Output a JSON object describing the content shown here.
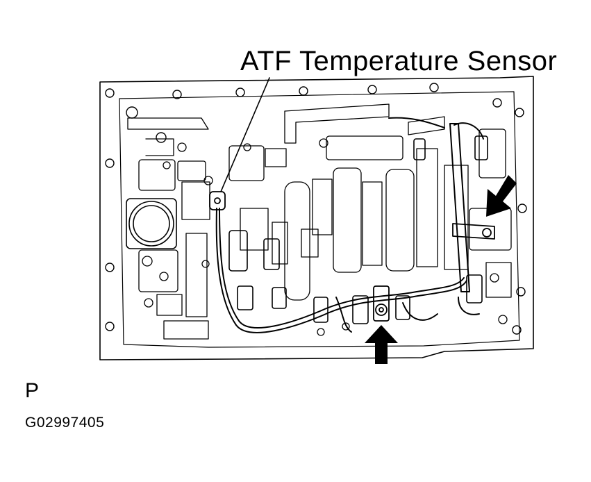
{
  "labels": {
    "sensor_callout": "ATF Temperature Sensor",
    "view_letter": "P",
    "figure_code": "G02997405"
  },
  "components": {
    "body": "valve-body",
    "wiring": "sensor-harness",
    "markers": [
      "bolt-arrow-right",
      "bolt-arrow-bottom"
    ]
  },
  "colors": {
    "ink": "#000000",
    "paper": "#ffffff"
  }
}
